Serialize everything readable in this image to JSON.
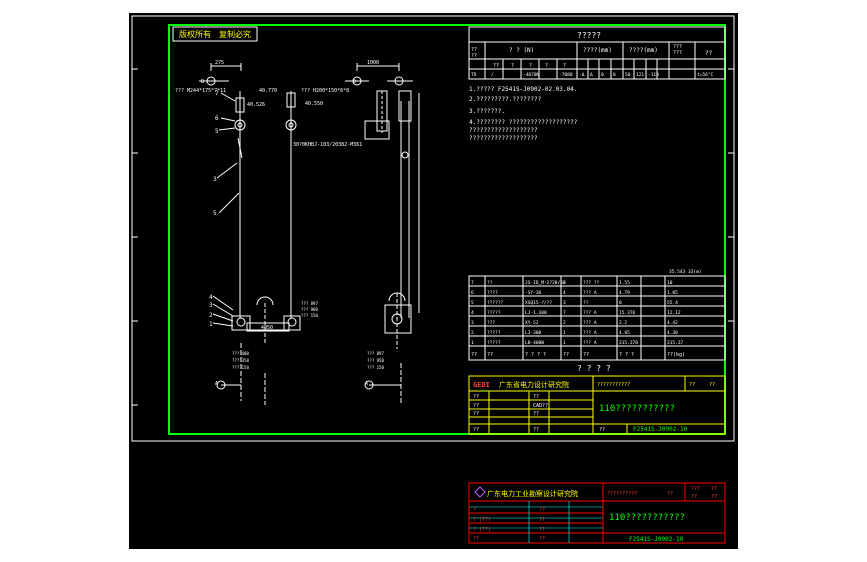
{
  "sheet": {
    "copyright_note": "版权所有　复制必究",
    "drawing_no": "F2541S-J0902-10",
    "drawing_no_sub": "F2541S-J0902-10"
  },
  "table_top": {
    "title": "?????",
    "headers": [
      "??\n??",
      "? ? (N)",
      "????(mm)",
      "????(mm)",
      "???\n???\n(mm)",
      "??"
    ],
    "row1": [
      "??",
      "?",
      "?",
      "?",
      "?",
      "?"
    ],
    "row2": [
      "TD",
      "/",
      "-4070N",
      "-7080",
      "-Δ",
      "Δ",
      "0",
      "0",
      "50",
      "121",
      "-110",
      "t=56°C"
    ]
  },
  "notes": [
    "1.????? F2541S-J0902-02.03.04.",
    "2.?????????.????????",
    "3.???????.",
    "4.????????  ???????????????????",
    "           ???????????????????",
    "           ???????????????????"
  ],
  "labels": {
    "dim_275": "275",
    "dim_1000": "1000",
    "level_a": "40.770",
    "level_b": "40.526",
    "level_c": "40.550",
    "level_d": "40.770",
    "spec_a": "??? M244*175*7*11",
    "spec_b": "??? H200*150*6*8",
    "part_no": "30?0KHBJ-103/20382-M361",
    "axis_b": "B",
    "axis_d": "D",
    "axis_a": "A",
    "dim_4050": "4050",
    "elev_tag": "35.543"
  },
  "parts_list": {
    "caption": "35.543 33(m)",
    "rows": [
      [
        "7",
        "??",
        "JS-ID_M-2?20/50",
        "3",
        "??? ??",
        "1.55",
        "10"
      ],
      [
        "6",
        "????",
        "-SY-36",
        "4",
        "??? A",
        "4.79",
        "1.05"
      ],
      [
        "5",
        "??????",
        "XSQ15-?/??",
        "3",
        "??",
        "0",
        "55.4"
      ],
      [
        "4",
        "?????",
        "LJ-1.300",
        "7",
        "??? A",
        "15.376",
        "12.12"
      ],
      [
        "3",
        "???",
        "XY-52",
        "2",
        "??? A",
        "2.2",
        "4.42"
      ],
      [
        "2",
        "?????",
        "LJ-300",
        "1",
        "??? A",
        "4.85",
        "4.30"
      ],
      [
        "1",
        "?????",
        "LB-400W",
        "1",
        "??? A",
        "315.370",
        "315.37"
      ]
    ],
    "header": [
      "??",
      "??",
      "? ? ? ?",
      "??",
      "??",
      "? ? ?",
      "??(kg)"
    ],
    "footer": "? ? ? ?"
  },
  "title_block": {
    "logo": "GEDI",
    "institute": "广东省电力设计研究院",
    "project": "???????????",
    "stage": "??",
    "phase": "??",
    "drawing_title": "110???????????",
    "rows": [
      [
        "??",
        "",
        "??",
        ""
      ],
      [
        "??",
        "",
        "CAD??",
        ""
      ],
      [
        "??",
        "",
        "??",
        ""
      ],
      [
        "??",
        "",
        "??",
        ""
      ]
    ],
    "no_label": "??"
  },
  "stamp": {
    "institute": "广东电力工业勘察设计研究院",
    "project": "??????????",
    "stage": "??",
    "c1": "???",
    "c2": "??",
    "c3": "??",
    "c4": "??",
    "title": "110???????????",
    "rows": [
      [
        "?",
        "??"
      ],
      [
        "? (??)",
        "??"
      ],
      [
        "? (??)",
        "??"
      ],
      [
        "??",
        "??"
      ]
    ],
    "no": "F2541S-J0902-10"
  },
  "colors": {
    "frame": "#00ff00",
    "line": "#ffffff",
    "cyan": "#00ffff",
    "yellow": "#ffff00",
    "red": "#ff0000"
  }
}
